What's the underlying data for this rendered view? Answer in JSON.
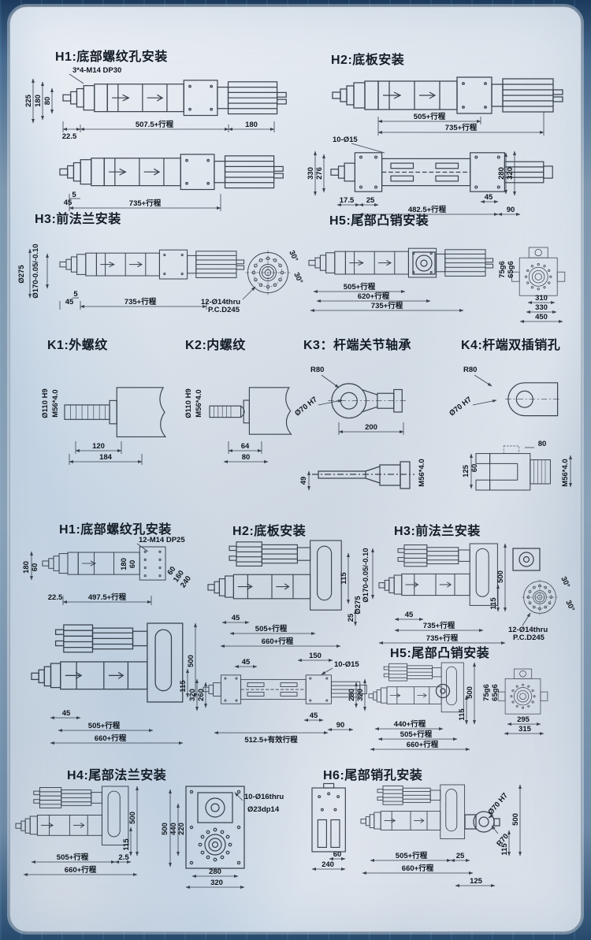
{
  "s": {
    "h1a": {
      "title": "H1:底部螺纹孔安装",
      "note": "3*4-M14 DP30",
      "d": [
        "225",
        "180",
        "80",
        "22.5",
        "507.5+行程",
        "180"
      ]
    },
    "h2a": {
      "title": "H2:底板安装",
      "d": [
        "505+行程",
        "735+行程"
      ]
    },
    "h1a2": {
      "d": [
        "5",
        "45",
        "735+行程"
      ]
    },
    "h2a2": {
      "note": "10-Ø15",
      "d": [
        "330",
        "276",
        "280",
        "320",
        "17.5",
        "25",
        "482.5+行程",
        "45",
        "90"
      ]
    },
    "h3a": {
      "title": "H3:前法兰安装",
      "d": [
        "Ø170-0.05/-0.10",
        "Ø275",
        "5",
        "45",
        "735+行程",
        "12-Ø14thru",
        "P.C.D245",
        "30°",
        "30°"
      ]
    },
    "h5a": {
      "title": "H5:尾部凸销安装",
      "d": [
        "505+行程",
        "620+行程",
        "735+行程",
        "75g6",
        "65g6",
        "310",
        "330",
        "450"
      ]
    },
    "k1": {
      "title": "K1:外螺纹",
      "d": [
        "Ø110 H9",
        "M56*4.0",
        "120",
        "184"
      ]
    },
    "k2": {
      "title": "K2:内螺纹",
      "d": [
        "Ø110 H9",
        "M56*4.0",
        "64",
        "80"
      ]
    },
    "k3": {
      "title": "K3：杆端关节轴承",
      "d": [
        "R80",
        "Ø70 H7",
        "200",
        "49",
        "M56*4.0"
      ]
    },
    "k4": {
      "title": "K4:杆端双插销孔",
      "d": [
        "R80",
        "Ø70 H7",
        "125",
        "60",
        "80",
        "M56*4.0"
      ]
    },
    "h1b": {
      "title": "H1:底部螺纹孔安装",
      "note": "12-M14 DP25",
      "d": [
        "180",
        "60",
        "180",
        "60",
        "60",
        "160",
        "240",
        "22.5",
        "497.5+行程"
      ]
    },
    "h2b": {
      "title": "H2:底板安装",
      "d": [
        "115",
        "25",
        "45",
        "505+行程",
        "660+行程"
      ]
    },
    "h3b": {
      "title": "H3:前法兰安装",
      "d": [
        "Ø170-0.05/-0.10",
        "Ø275",
        "500",
        "115",
        "45",
        "735+行程",
        "735+行程",
        "12-Ø14thru",
        "P.C.D245",
        "30°",
        "30°"
      ]
    },
    "h1b2": {
      "d": [
        "500",
        "115",
        "45",
        "505+行程",
        "660+行程"
      ]
    },
    "h2b2": {
      "note": "10-Ø15",
      "d": [
        "45",
        "150",
        "320",
        "260",
        "280",
        "320",
        "45",
        "90",
        "512.5+有效行程"
      ]
    },
    "h5b": {
      "title": "H5:尾部凸销安装",
      "d": [
        "500",
        "115",
        "440+行程",
        "505+行程",
        "660+行程",
        "75g6",
        "65g6",
        "295",
        "315"
      ]
    },
    "h4": {
      "title": "H4:尾部法兰安装",
      "note": "10-Ø16thru",
      "note2": "Ø23dp14",
      "d": [
        "505+行程",
        "2.5",
        "660+行程",
        "500",
        "115",
        "500",
        "440",
        "220",
        "280",
        "320"
      ]
    },
    "h6": {
      "title": "H6:尾部销孔安装",
      "d": [
        "60",
        "240",
        "505+行程",
        "25",
        "660+行程",
        "125",
        "Ø70 H7",
        "R70",
        "500",
        "115"
      ]
    }
  }
}
